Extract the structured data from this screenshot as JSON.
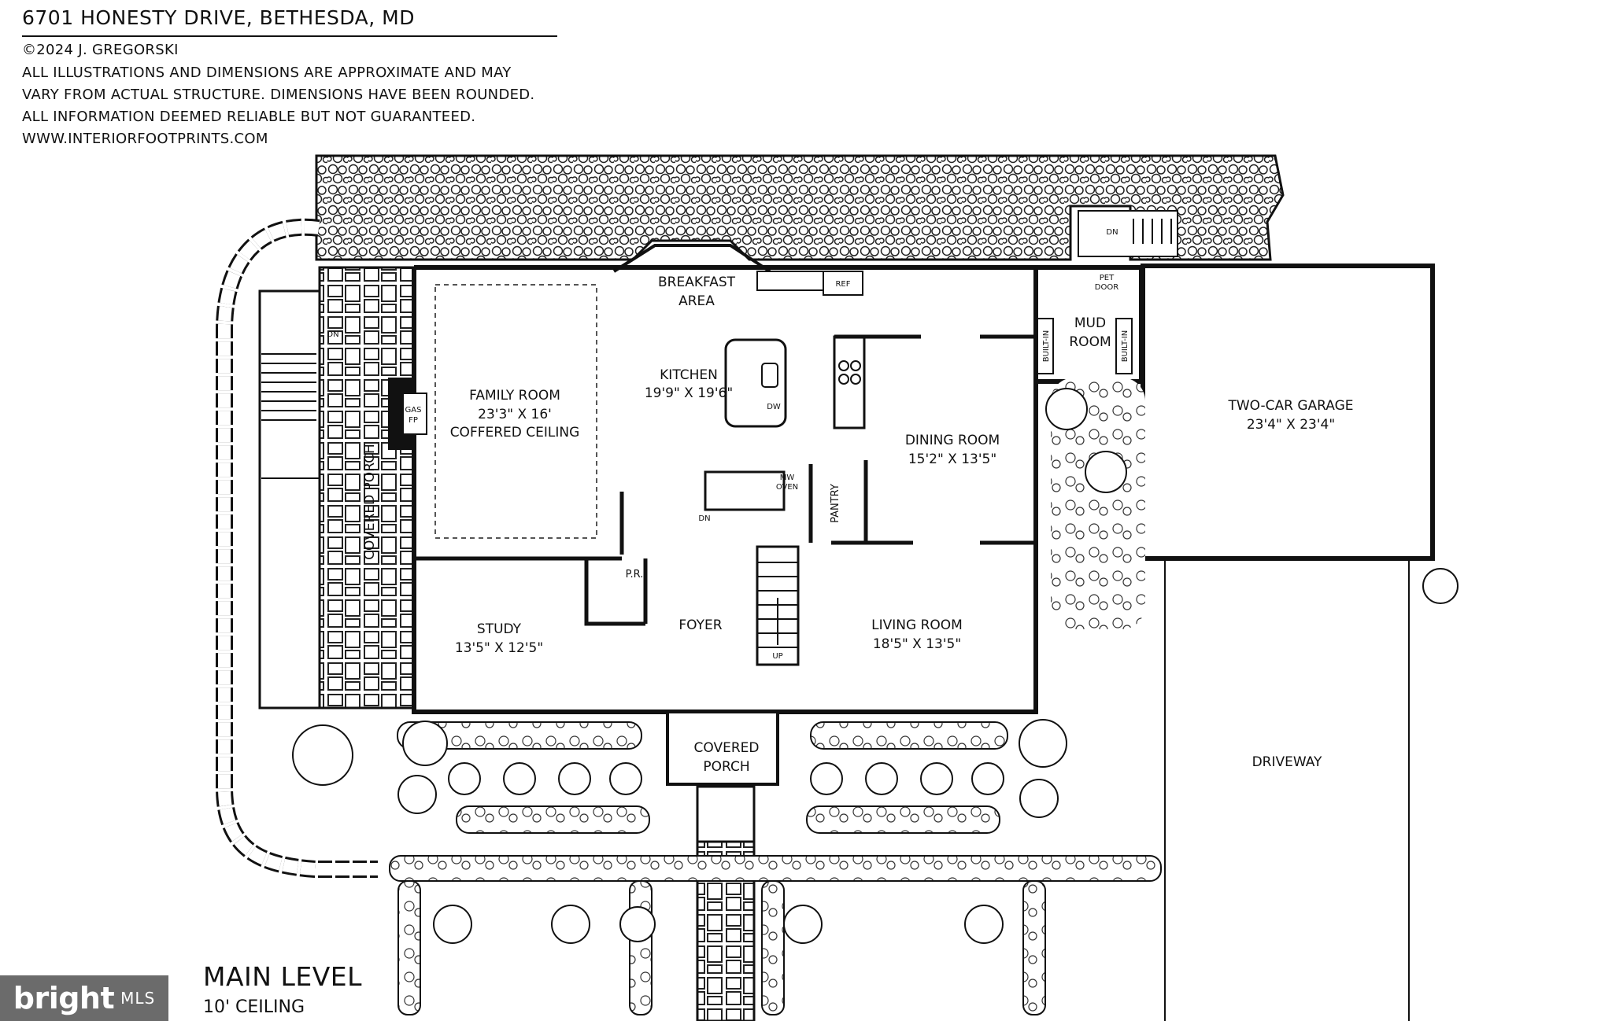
{
  "header": {
    "address": "6701 HONESTY DRIVE, BETHESDA, MD",
    "copyright": "©2024 J. GREGORSKI",
    "disclaimer_lines": [
      "ALL ILLUSTRATIONS AND DIMENSIONS ARE APPROXIMATE AND MAY",
      "VARY FROM ACTUAL STRUCTURE. DIMENSIONS HAVE BEEN ROUNDED.",
      "ALL INFORMATION DEEMED RELIABLE BUT NOT GUARANTEED."
    ],
    "website": "WWW.INTERIORFOOTPRINTS.COM"
  },
  "rooms": {
    "breakfast": [
      "BREAKFAST",
      "AREA"
    ],
    "kitchen": [
      "KITCHEN",
      "19'9\" X 19'6\""
    ],
    "family": [
      "FAMILY ROOM",
      "23'3\" X 16'",
      "COFFERED CEILING"
    ],
    "dining": [
      "DINING ROOM",
      "15'2\" X 13'5\""
    ],
    "garage": [
      "TWO-CAR GARAGE",
      "23'4\" X 23'4\""
    ],
    "mud": [
      "MUD",
      "ROOM"
    ],
    "study": [
      "STUDY",
      "13'5\" X 12'5\""
    ],
    "foyer": "FOYER",
    "living": [
      "LIVING ROOM",
      "18'5\" X 13'5\""
    ],
    "porch_front": [
      "COVERED",
      "PORCH"
    ],
    "porch_side": "COVERED PORCH",
    "driveway": "DRIVEWAY"
  },
  "fixtures": {
    "ref": "REF",
    "pet_door": [
      "PET",
      "DOOR"
    ],
    "dn": "DN",
    "up": "UP",
    "built_in": "BUILT-IN",
    "gas_fp": [
      "GAS",
      "FP"
    ],
    "dw": "DW",
    "mw_oven": [
      "MW",
      "OVEN"
    ],
    "pantry": "PANTRY",
    "powder_room": "P.R."
  },
  "level": {
    "title": "MAIN LEVEL",
    "ceiling": "10' CEILING"
  },
  "watermark": {
    "brand": "bright",
    "suffix": "MLS"
  }
}
